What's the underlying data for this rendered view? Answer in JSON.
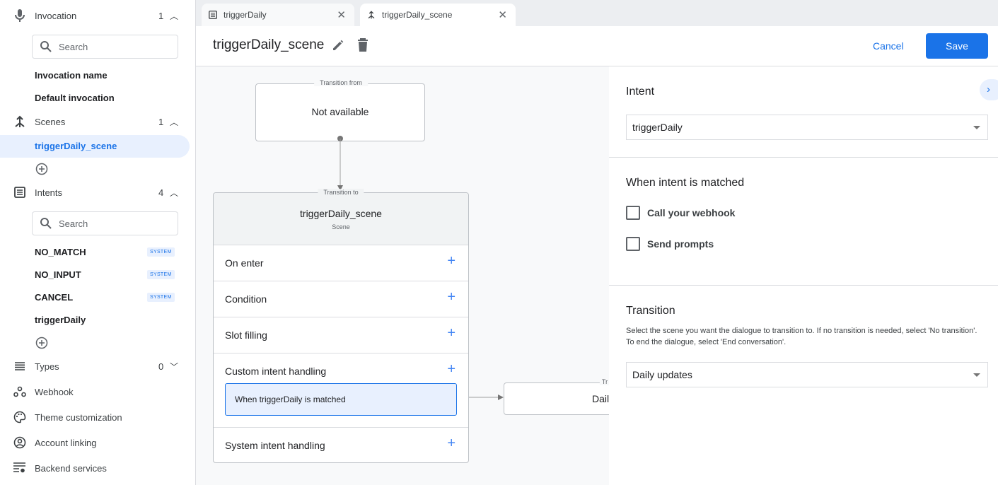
{
  "sidebar": {
    "invocation": {
      "label": "Invocation",
      "count": "1",
      "search_placeholder": "Search",
      "items": [
        "Invocation name",
        "Default invocation"
      ]
    },
    "scenes": {
      "label": "Scenes",
      "count": "1",
      "items": [
        "triggerDaily_scene"
      ]
    },
    "intents": {
      "label": "Intents",
      "count": "4",
      "search_placeholder": "Search",
      "items": [
        {
          "label": "NO_MATCH",
          "badge": "SYSTEM"
        },
        {
          "label": "NO_INPUT",
          "badge": "SYSTEM"
        },
        {
          "label": "CANCEL",
          "badge": "SYSTEM"
        },
        {
          "label": "triggerDaily"
        }
      ]
    },
    "types": {
      "label": "Types",
      "count": "0"
    },
    "links": [
      "Webhook",
      "Theme customization",
      "Account linking",
      "Backend services"
    ]
  },
  "tabs": [
    {
      "label": "triggerDaily",
      "icon": "intent-icon"
    },
    {
      "label": "triggerDaily_scene",
      "icon": "scene-icon",
      "active": true
    }
  ],
  "header": {
    "title": "triggerDaily_scene",
    "cancel": "Cancel",
    "save": "Save"
  },
  "canvas": {
    "from": {
      "legend": "Transition from",
      "text": "Not available"
    },
    "to": {
      "legend": "Transition to",
      "title": "triggerDaily_scene",
      "subtitle": "Scene"
    },
    "rows": [
      "On enter",
      "Condition",
      "Slot filling",
      "Custom intent handling",
      "System intent handling"
    ],
    "handler": "When triggerDaily is matched",
    "target": {
      "legend": "Tr",
      "text": "Dail"
    }
  },
  "panel": {
    "intent_label": "Intent",
    "intent_value": "triggerDaily",
    "matched_label": "When intent is matched",
    "checkboxes": [
      "Call your webhook",
      "Send prompts"
    ],
    "transition_label": "Transition",
    "transition_desc": "Select the scene you want the dialogue to transition to. If no transition is needed, select 'No transition'. To end the dialogue, select 'End conversation'.",
    "transition_value": "Daily updates"
  },
  "colors": {
    "accent": "#1a73e8",
    "selected_bg": "#e8f0fe"
  }
}
